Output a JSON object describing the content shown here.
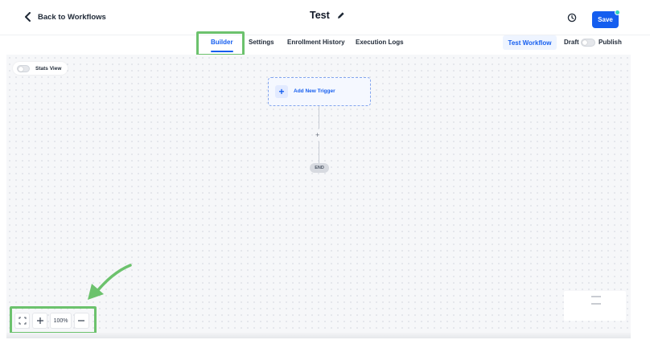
{
  "header": {
    "back_label": "Back to Workflows",
    "title": "Test",
    "save_label": "Save"
  },
  "tabs": [
    {
      "label": "Builder",
      "active": true
    },
    {
      "label": "Settings",
      "active": false
    },
    {
      "label": "Enrollment History",
      "active": false
    },
    {
      "label": "Execution Logs",
      "active": false
    }
  ],
  "actions": {
    "test_workflow_label": "Test Workflow",
    "draft_label": "Draft",
    "publish_label": "Publish"
  },
  "canvas": {
    "stats_view_label": "Stats View",
    "trigger_label": "Add New Trigger",
    "add_step_symbol": "+",
    "end_label": "END"
  },
  "zoom": {
    "level": "100%"
  },
  "icons": [
    "chevron-left-icon",
    "pencil-icon",
    "history-icon",
    "fit-view-icon",
    "zoom-in-icon",
    "zoom-out-icon",
    "add-icon"
  ],
  "colors": {
    "accent": "#155eef",
    "highlight": "#6cc26d",
    "notification": "#2dd4bf"
  }
}
